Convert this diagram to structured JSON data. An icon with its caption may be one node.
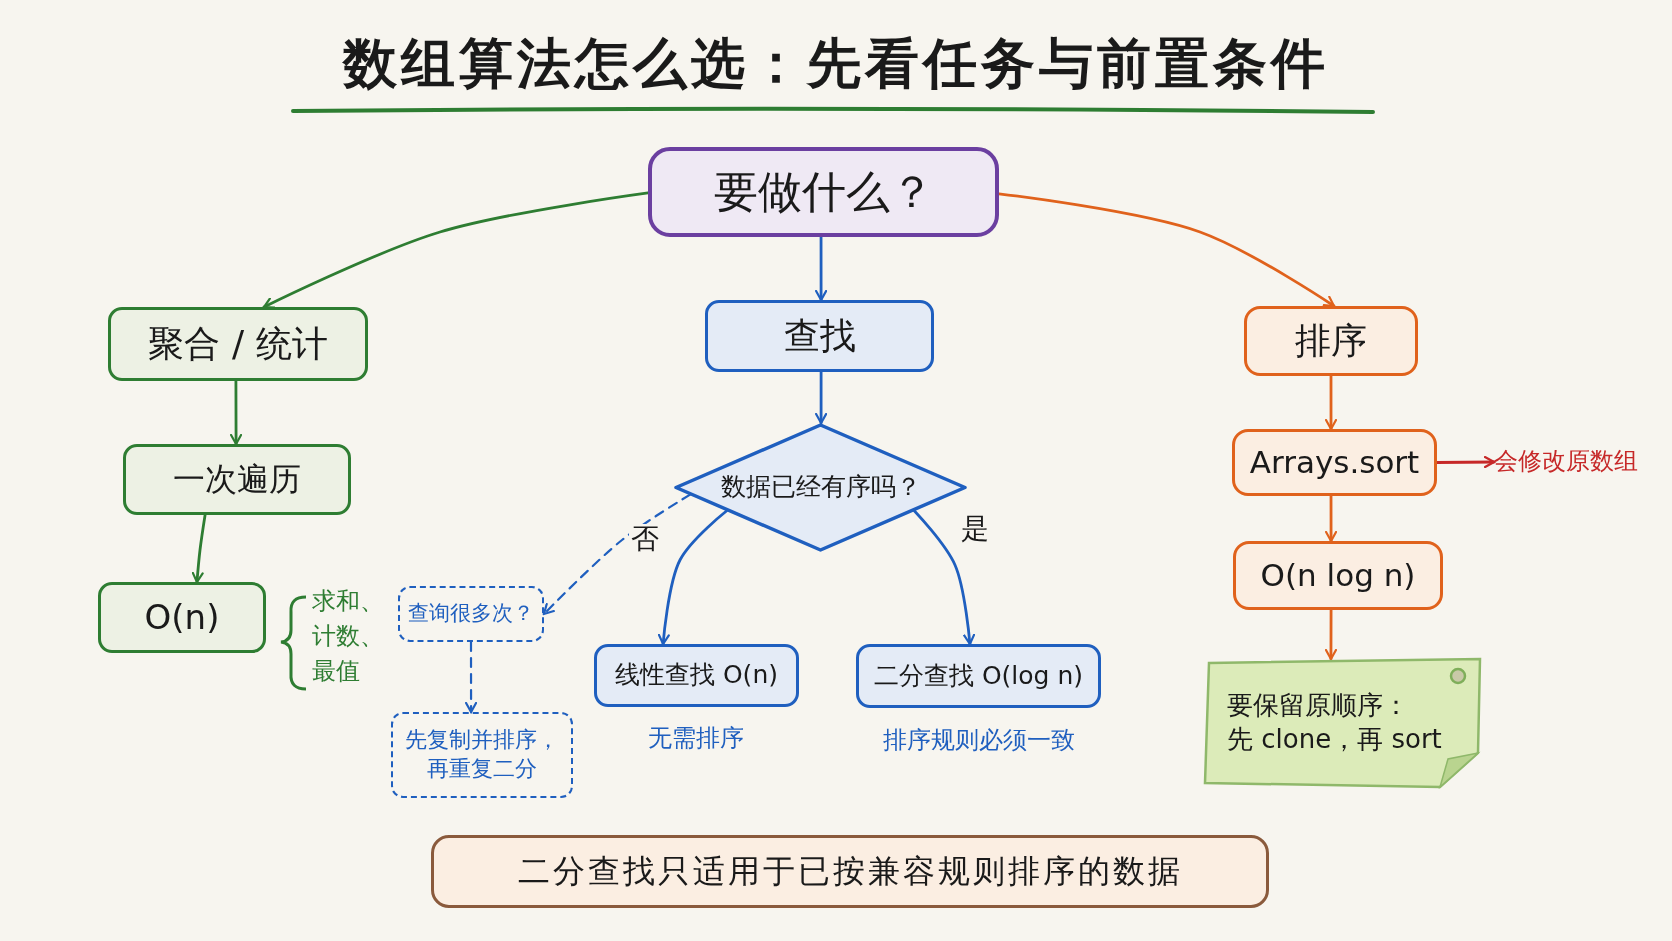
{
  "diagram": {
    "title": "数组算法怎么选：先看任务与前置条件",
    "nodes": [
      {
        "text": [
          "要做什么？"
        ]
      },
      {
        "text": [
          "聚合 / 统计"
        ]
      },
      {
        "text": [
          "一次遍历"
        ]
      },
      {
        "text": [
          "O(n)"
        ],
        "beside": [
          "求和、计数、最值"
        ]
      },
      {
        "text": [
          "查找"
        ]
      },
      {
        "text": [
          "数据已经有序吗？"
        ]
      },
      {
        "text": [
          "查询很多次？"
        ]
      },
      {
        "text": [
          "先复制并排序，再重复二分"
        ]
      },
      {
        "text": [
          "线性查找 O(n)"
        ],
        "beside": [
          "无需排序"
        ]
      },
      {
        "text": [
          "二分查找 O(log n)"
        ],
        "beside": [
          "排序规则必须一致"
        ]
      },
      {
        "text": [
          "排序"
        ]
      },
      {
        "text": [
          "Arrays.sort"
        ]
      },
      {
        "text": [
          "会修改原数组"
        ]
      },
      {
        "text": [
          "O(n log n)"
        ]
      },
      {
        "text": [
          "要保留原顺序：",
          "先 clone，再 sort"
        ]
      },
      {
        "text": [
          "二分查找只适用于已按兼容规则排序的数据"
        ]
      }
    ],
    "edges": [
      {
        "from": 0,
        "to": 1,
        "arrow": "to",
        "color": "#2e7d32"
      },
      {
        "from": 0,
        "to": 4,
        "arrow": "to"
      },
      {
        "from": 0,
        "to": 10,
        "arrow": "to",
        "color": "#e0621c"
      },
      {
        "from": 1,
        "to": 2,
        "arrow": "to",
        "color": "#2e7d32"
      },
      {
        "from": 2,
        "to": 3,
        "arrow": "to",
        "color": "#2e7d32"
      },
      {
        "from": 4,
        "to": 5,
        "arrow": "to"
      },
      {
        "from": 5,
        "to": 8,
        "arrow": "to",
        "label": "否"
      },
      {
        "from": 5,
        "to": 9,
        "arrow": "to",
        "label": "是"
      },
      {
        "from": 5,
        "to": 6,
        "arrow": "to",
        "style": "dashed"
      },
      {
        "from": 6,
        "to": 7,
        "arrow": "to",
        "style": "dashed"
      },
      {
        "from": 10,
        "to": 11,
        "arrow": "to",
        "color": "#e0621c"
      },
      {
        "from": 11,
        "to": 13,
        "arrow": "to",
        "color": "#e0621c"
      },
      {
        "from": 13,
        "to": 14,
        "arrow": "to",
        "color": "#e0621c"
      },
      {
        "from": 11,
        "to": 12,
        "arrow": "to",
        "color": "#c62828"
      }
    ]
  }
}
